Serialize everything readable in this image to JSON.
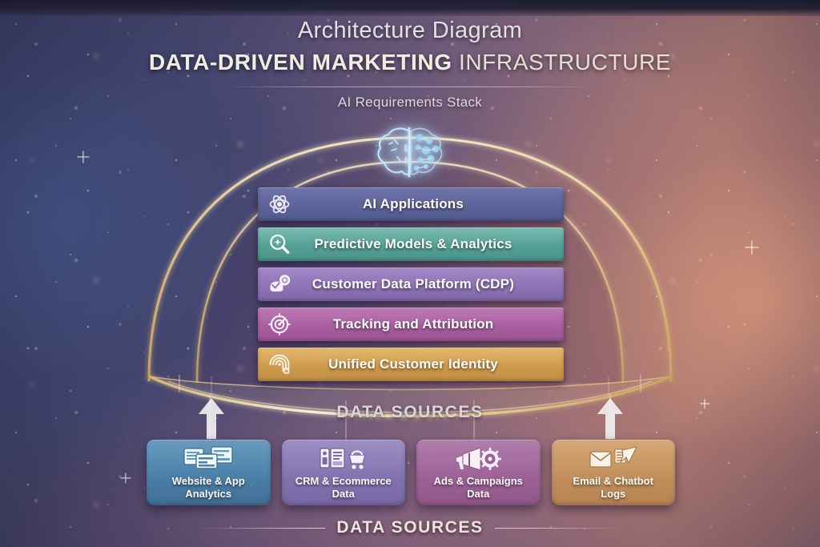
{
  "header": {
    "eyebrow": "Architecture Diagram",
    "title_bold": "DATA-DRIVEN MARKETING",
    "title_light": " INFRASTRUCTURE",
    "subtitle": "AI Requirements Stack"
  },
  "crown": {
    "icon": "ai-brain-icon"
  },
  "stack": {
    "layers": [
      {
        "label": "AI Applications",
        "icon": "atom-icon",
        "color": "#5c6499",
        "color2": "#6f74ab"
      },
      {
        "label": "Predictive Models & Analytics",
        "icon": "magnifier-spark-icon",
        "color": "#55a096",
        "color2": "#77b6ad"
      },
      {
        "label": "Customer Data Platform (CDP)",
        "icon": "data-hand-gear-icon",
        "color": "#8e73b5",
        "color2": "#a389c7"
      },
      {
        "label": "Tracking and Attribution",
        "icon": "target-radar-icon",
        "color": "#a95fa0",
        "color2": "#bd7cb6"
      },
      {
        "label": "Unified Customer Identity",
        "icon": "fingerprint-icon",
        "color": "#cf9b4c",
        "color2": "#e0b46b"
      }
    ]
  },
  "dome_label": "DATA SOURCES",
  "sources": {
    "items": [
      {
        "label": "Website & App\nAnalytics",
        "line1": "Website & App",
        "line2": "Analytics",
        "icon": "dashboard-screens-icon",
        "color": "#4a7fa8",
        "color2": "#6b9cbf"
      },
      {
        "label": "CRM & Ecommerce\nData",
        "line1": "CRM & Ecommerce",
        "line2": "Data",
        "icon": "crm-cart-icon",
        "color": "#8273b0",
        "color2": "#9d90c4"
      },
      {
        "label": "Ads & Campaigns\nData",
        "line1": "Ads & Campaigns",
        "line2": "Data",
        "icon": "megaphone-gear-icon",
        "color": "#9c6296",
        "color2": "#b07fac"
      },
      {
        "label": "Email & Chatbot\nLogs",
        "line1": "Email & Chatbot",
        "line2": "Logs",
        "icon": "envelope-chat-icon",
        "color": "#c18f5c",
        "color2": "#d6a978"
      }
    ]
  },
  "footer": {
    "caption": "DATA SOURCES"
  },
  "theme": {
    "gold": "#e8cf96",
    "gold_bright": "#f6e7bd",
    "arrow": "#f2eff0"
  }
}
